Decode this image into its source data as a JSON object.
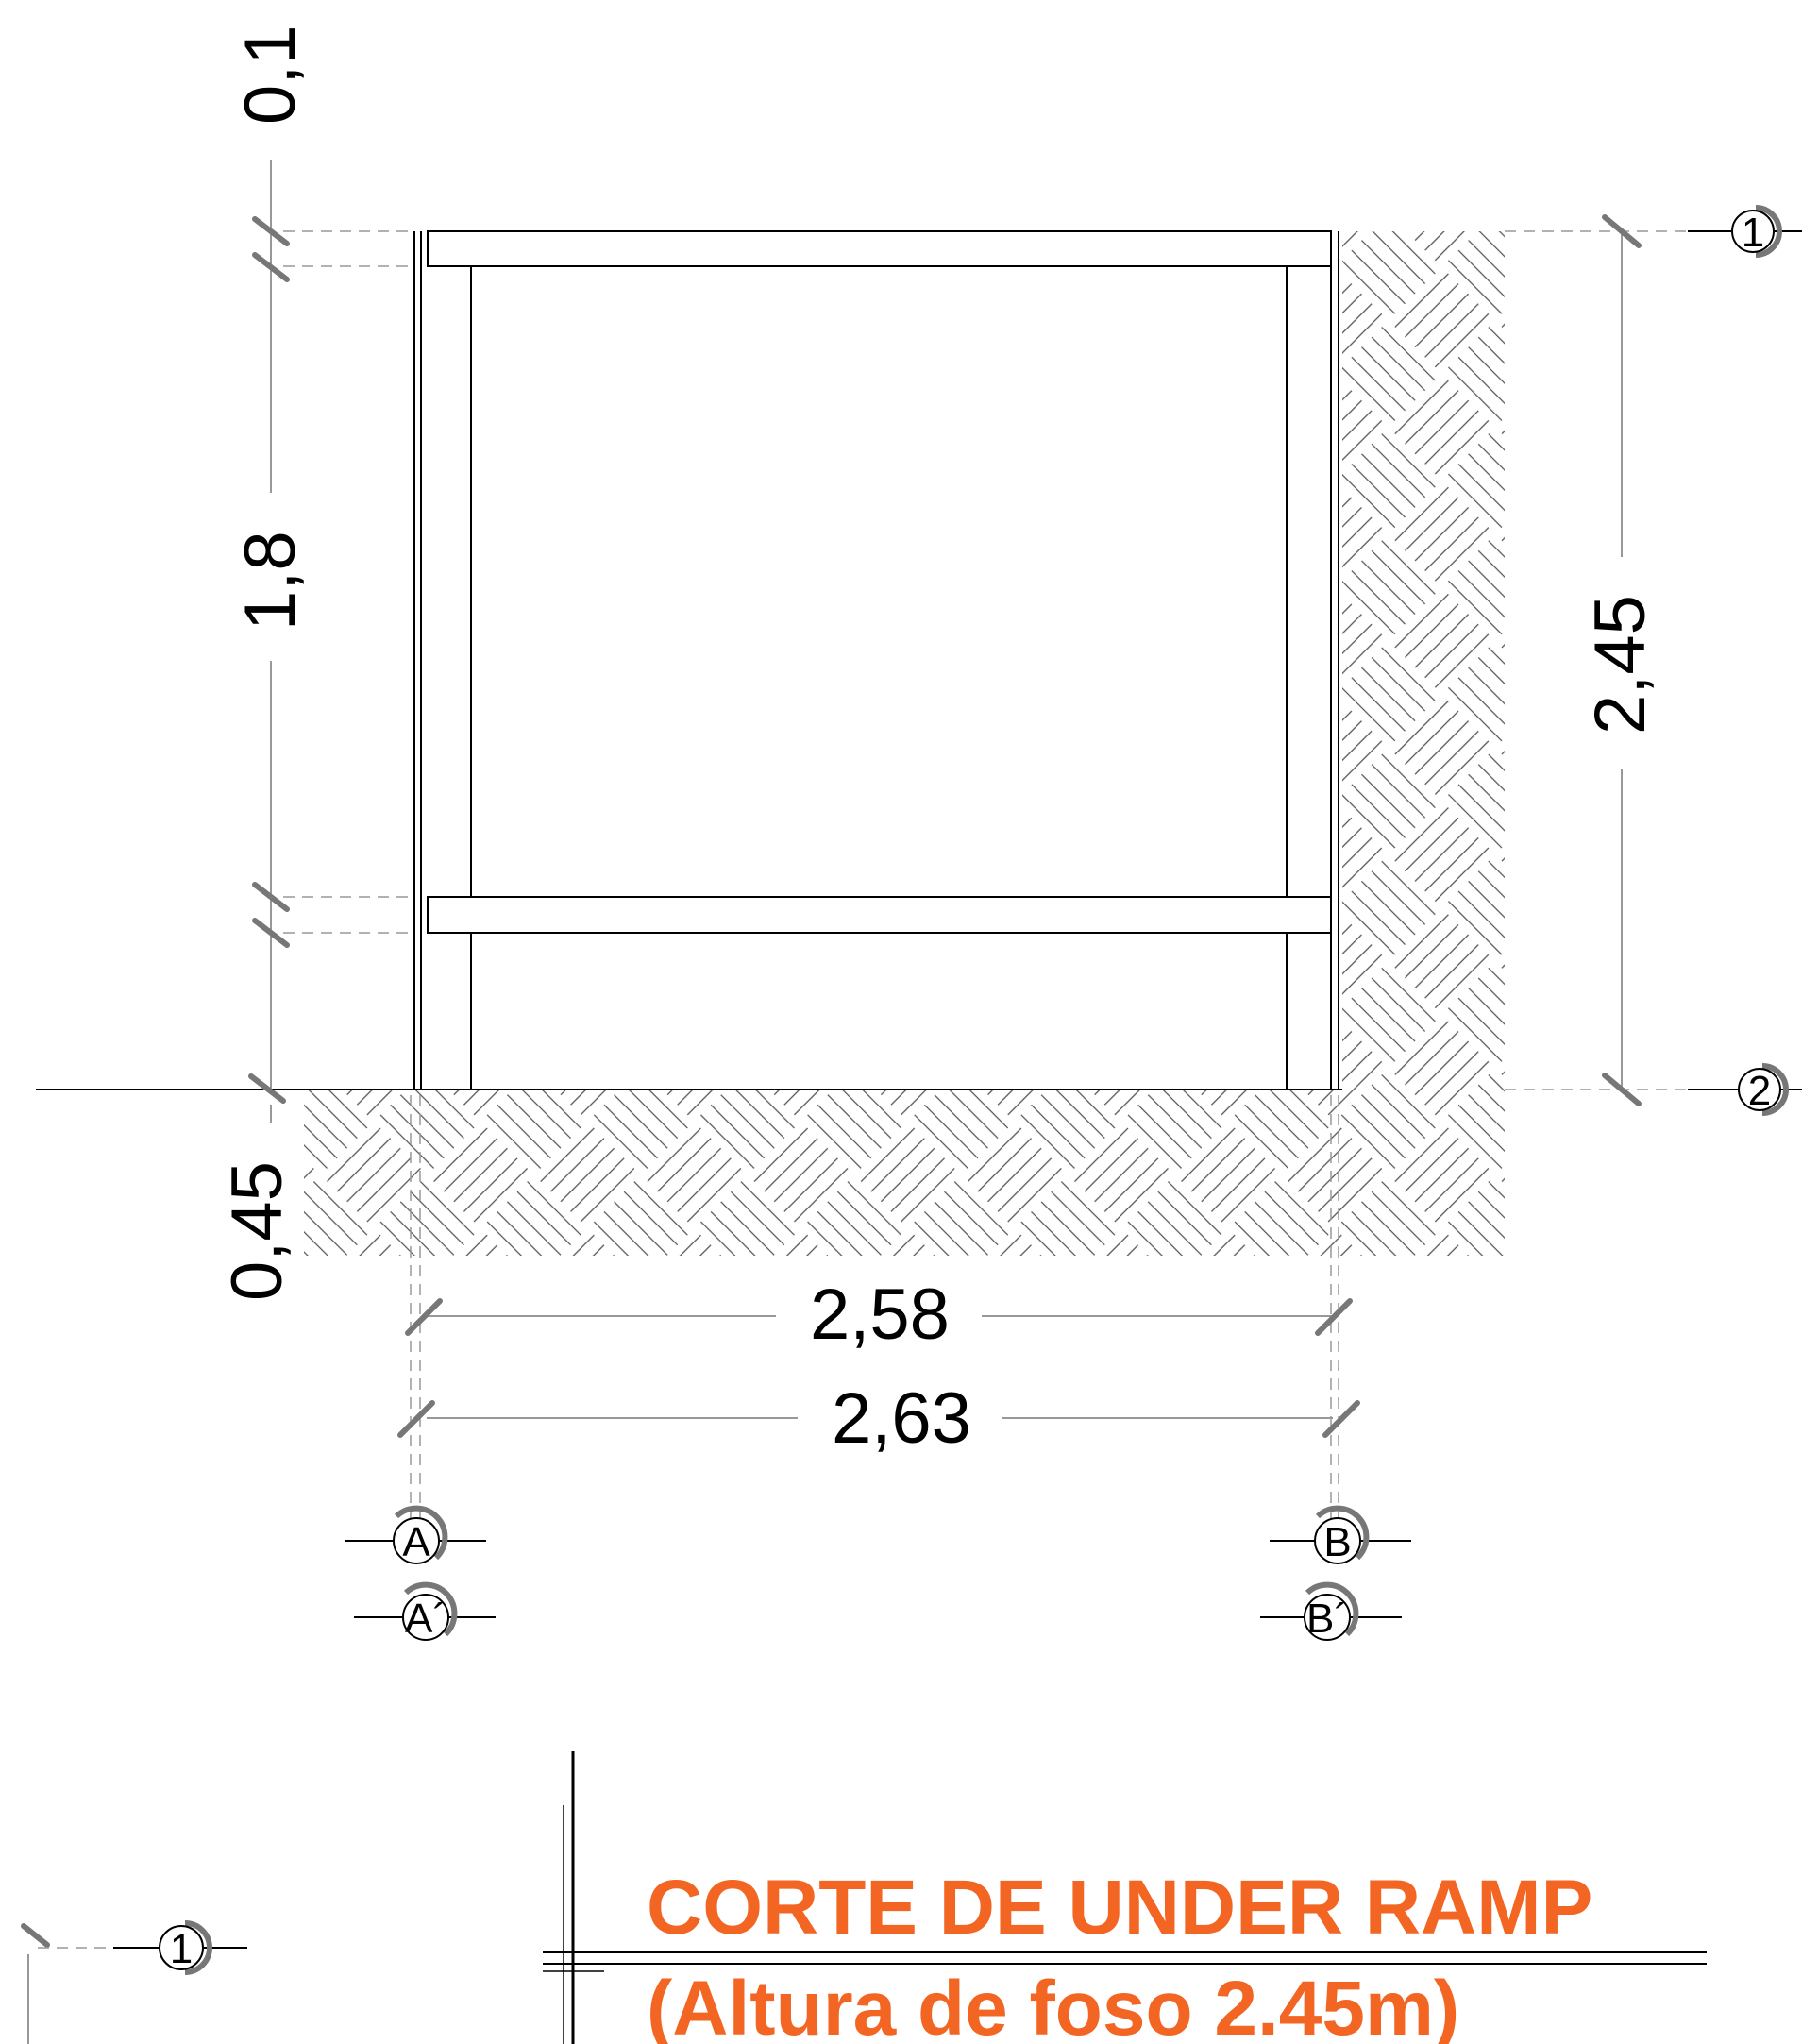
{
  "title": {
    "main": "CORTE DE UNDER RAMP",
    "sub": "(Altura de foso 2.45m)",
    "color": "#f26522"
  },
  "dimensions": {
    "top_slab": "0,1",
    "wall_height": "1,8",
    "pit_depth": "0,45",
    "total_height": "2,45",
    "inner_width": "2,58",
    "outer_width": "2,63"
  },
  "level_markers": {
    "level_1": "1",
    "level_2": "2",
    "level_1_legend": "1"
  },
  "axis_markers": {
    "a": "A",
    "a_prime": "A´",
    "b": "B",
    "b_prime": "B´"
  },
  "hatch": {
    "pattern": "basket-weave",
    "color": "#555555"
  }
}
